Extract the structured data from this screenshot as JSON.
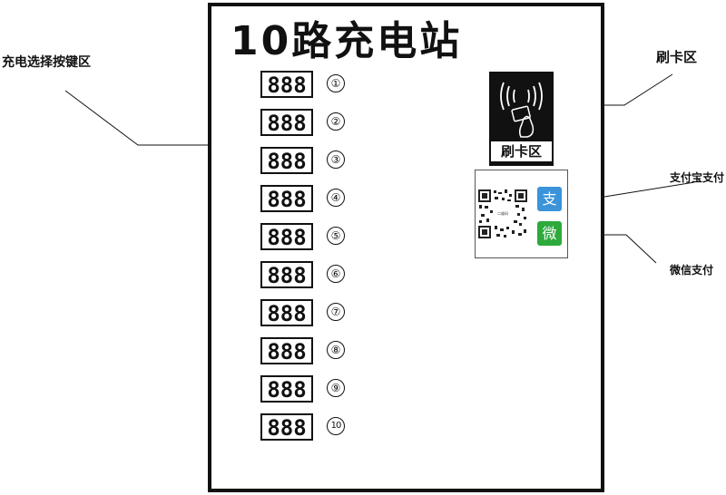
{
  "title": "10路充电站",
  "callouts": {
    "selection_keys": "充电选择按键区",
    "card_area": "刷卡区",
    "alipay": "支付宝支付",
    "wechat": "微信支付"
  },
  "channels": [
    {
      "display": "888",
      "number": "①"
    },
    {
      "display": "888",
      "number": "②"
    },
    {
      "display": "888",
      "number": "③"
    },
    {
      "display": "888",
      "number": "④"
    },
    {
      "display": "888",
      "number": "⑤"
    },
    {
      "display": "888",
      "number": "⑥"
    },
    {
      "display": "888",
      "number": "⑦"
    },
    {
      "display": "888",
      "number": "⑧"
    },
    {
      "display": "888",
      "number": "⑨"
    },
    {
      "display": "888",
      "number": "10"
    }
  ],
  "card_reader": {
    "label": "刷卡区",
    "icon": "contactless-card-icon"
  },
  "payment": {
    "qr_label": "二维码",
    "alipay_label": "支",
    "wechat_label": "微",
    "alipay_color": "#3b93d9",
    "wechat_color": "#2eaa3c"
  }
}
